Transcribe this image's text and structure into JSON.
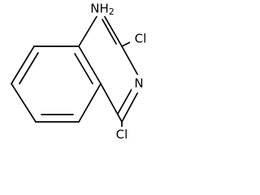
{
  "labels": {
    "amine": "NH2",
    "chloro_3": "Cl",
    "ring_nitrogen": "N",
    "chloro_1": "Cl"
  },
  "colors": {
    "bond": "#000000",
    "text": "#000000",
    "background": "#ffffff"
  }
}
